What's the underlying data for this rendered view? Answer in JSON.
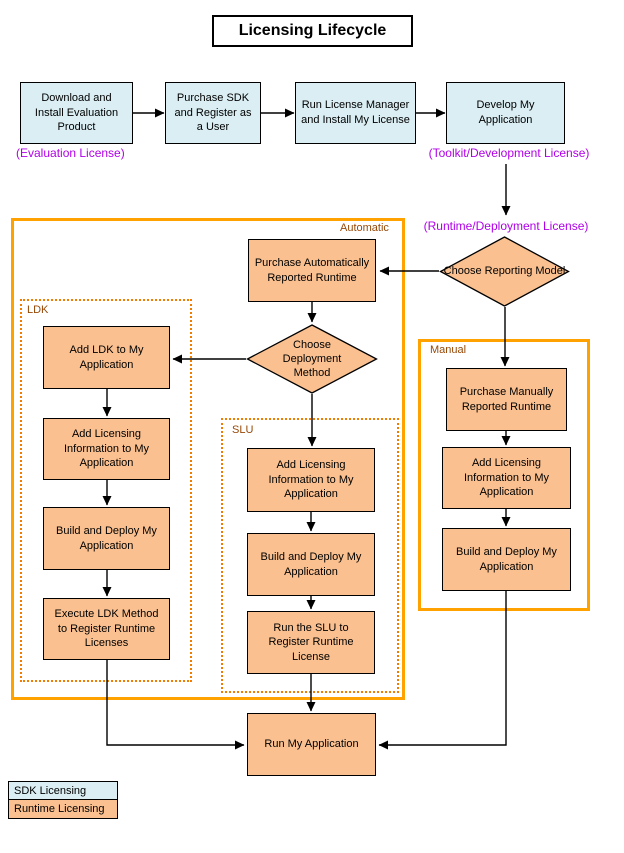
{
  "title": "Licensing Lifecycle",
  "colors": {
    "sdk_fill": "#DAEEF3",
    "runtime_fill": "#FAC090",
    "group_border": "#FFA200",
    "dotted_border": "#F07D00",
    "group_label_text": "#974806",
    "license_text": "#B000E8"
  },
  "sdk_steps": [
    {
      "label": "Download and Install Evaluation Product"
    },
    {
      "label": "Purchase SDK and Register as a User"
    },
    {
      "label": "Run License Manager and Install My License"
    },
    {
      "label": "Develop My Application"
    }
  ],
  "license_labels": {
    "evaluation": "(Evaluation License)",
    "toolkit": "(Toolkit/Development License)",
    "runtime": "(Runtime/Deployment License)"
  },
  "decisions": {
    "reporting": "Choose Reporting Model",
    "deployment": "Choose Deployment Method"
  },
  "groups": {
    "automatic": "Automatic",
    "ldk": "LDK",
    "slu": "SLU",
    "manual": "Manual"
  },
  "automatic_steps": [
    {
      "label": "Purchase Automatically Reported Runtime"
    }
  ],
  "ldk_steps": [
    {
      "label": "Add LDK to My Application"
    },
    {
      "label": "Add Licensing Information to My Application"
    },
    {
      "label": "Build and Deploy My Application"
    },
    {
      "label": "Execute LDK Method to Register Runtime Licenses"
    }
  ],
  "slu_steps": [
    {
      "label": "Add Licensing Information to My Application"
    },
    {
      "label": "Build and Deploy My Application"
    },
    {
      "label": "Run the SLU to Register Runtime License"
    }
  ],
  "manual_steps": [
    {
      "label": "Purchase Manually Reported Runtime"
    },
    {
      "label": "Add Licensing Information to My Application"
    },
    {
      "label": "Build and Deploy My Application"
    }
  ],
  "final_step": {
    "label": "Run My Application"
  },
  "legend": [
    {
      "label": "SDK Licensing"
    },
    {
      "label": "Runtime Licensing"
    }
  ]
}
